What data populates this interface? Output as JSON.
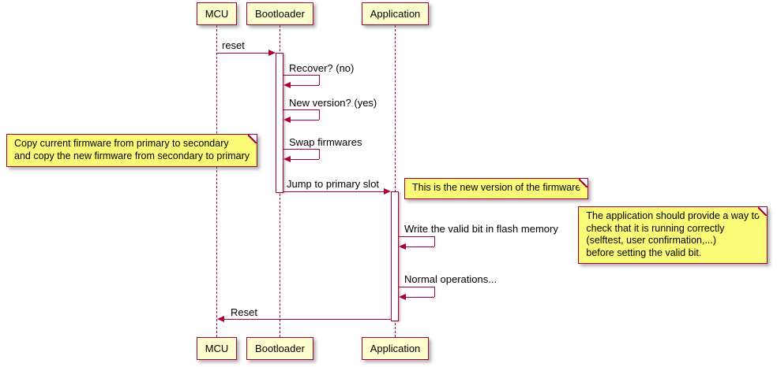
{
  "diagram": {
    "type": "sequence-diagram",
    "participants": [
      {
        "name": "MCU"
      },
      {
        "name": "Bootloader"
      },
      {
        "name": "Application"
      }
    ],
    "messages": [
      {
        "label": "reset",
        "from": "MCU",
        "to": "Bootloader",
        "kind": "call"
      },
      {
        "label": "Recover? (no)",
        "from": "Bootloader",
        "to": "Bootloader",
        "kind": "self"
      },
      {
        "label": "New version? (yes)",
        "from": "Bootloader",
        "to": "Bootloader",
        "kind": "self"
      },
      {
        "label": "Swap firmwares",
        "from": "Bootloader",
        "to": "Bootloader",
        "kind": "self"
      },
      {
        "label": "Jump to primary slot",
        "from": "Bootloader",
        "to": "Application",
        "kind": "call"
      },
      {
        "label": "Write the valid bit in flash memory",
        "from": "Application",
        "to": "Application",
        "kind": "self"
      },
      {
        "label": "Normal operations...",
        "from": "Application",
        "to": "Application",
        "kind": "self"
      },
      {
        "label": "Reset",
        "from": "Application",
        "to": "MCU",
        "kind": "call"
      }
    ],
    "notes": [
      {
        "position": "left of Bootloader",
        "text": "Copy current firmware from primary to secondary\nand copy the new firmware from secondary to primary"
      },
      {
        "position": "right of Application",
        "text": "This is the new version of the firmware"
      },
      {
        "position": "right of Application",
        "text": "The application should provide a way to\ncheck that it is running correctly\n(selftest, user confirmation,...)\nbefore setting the valid bit."
      }
    ],
    "colors": {
      "participant_fill": "#FEFECE",
      "note_fill": "#FBFB77",
      "line": "#A80036"
    }
  }
}
